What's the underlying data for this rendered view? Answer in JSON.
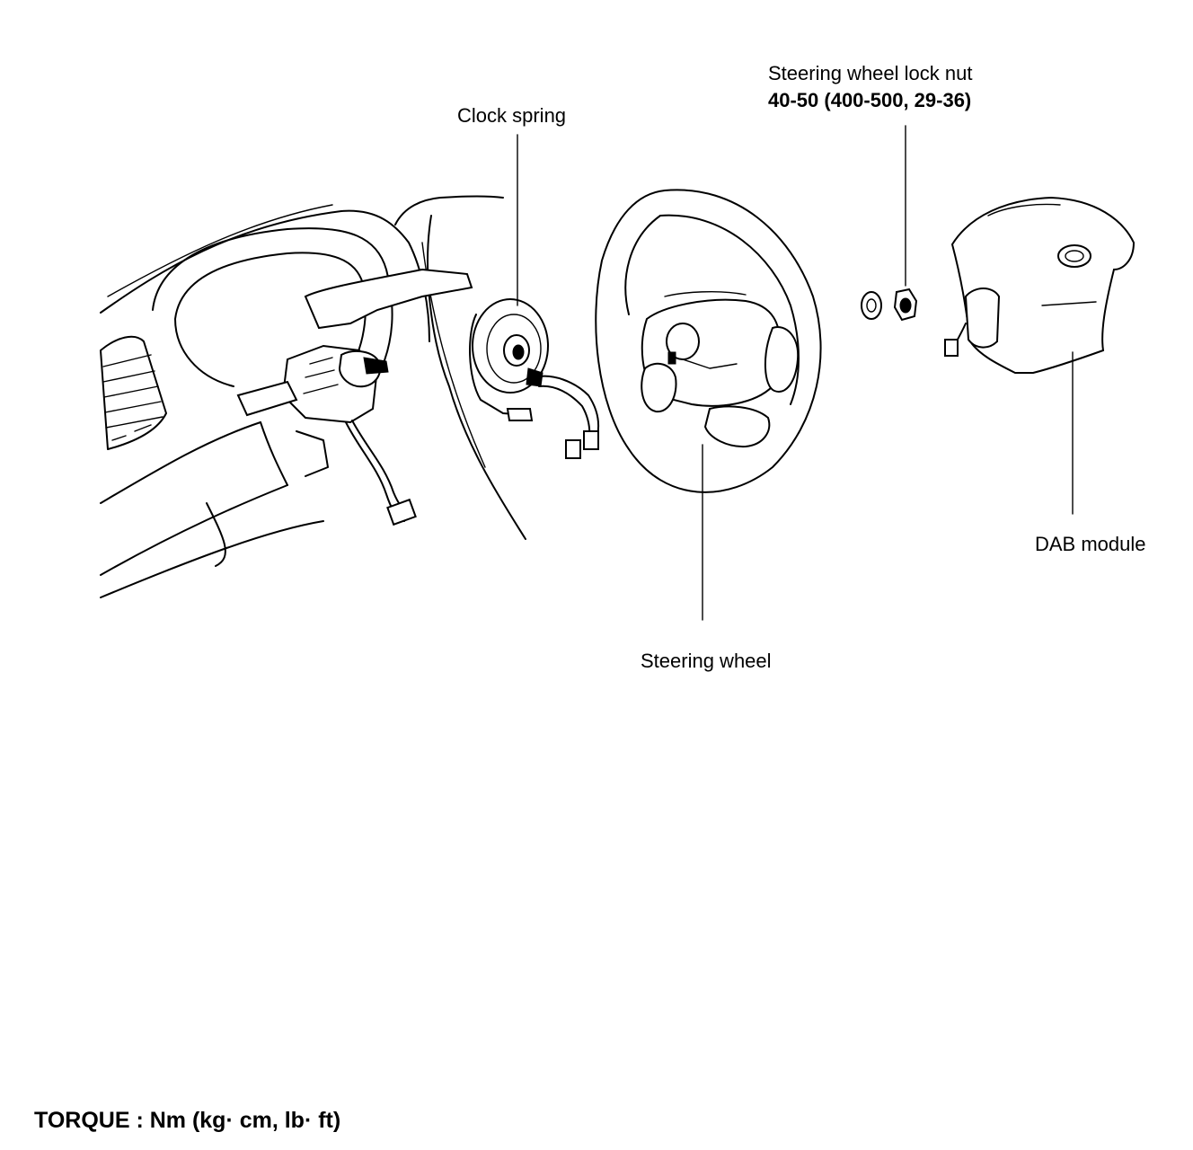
{
  "labels": {
    "clock_spring": "Clock spring",
    "lock_nut_name": "Steering wheel lock nut",
    "lock_nut_torque": "40-50 (400-500, 29-36)",
    "steering_wheel": "Steering wheel",
    "dab_module": "DAB module"
  },
  "footer": {
    "torque_units": "TORQUE : Nm (kg· cm, lb· ft)"
  }
}
